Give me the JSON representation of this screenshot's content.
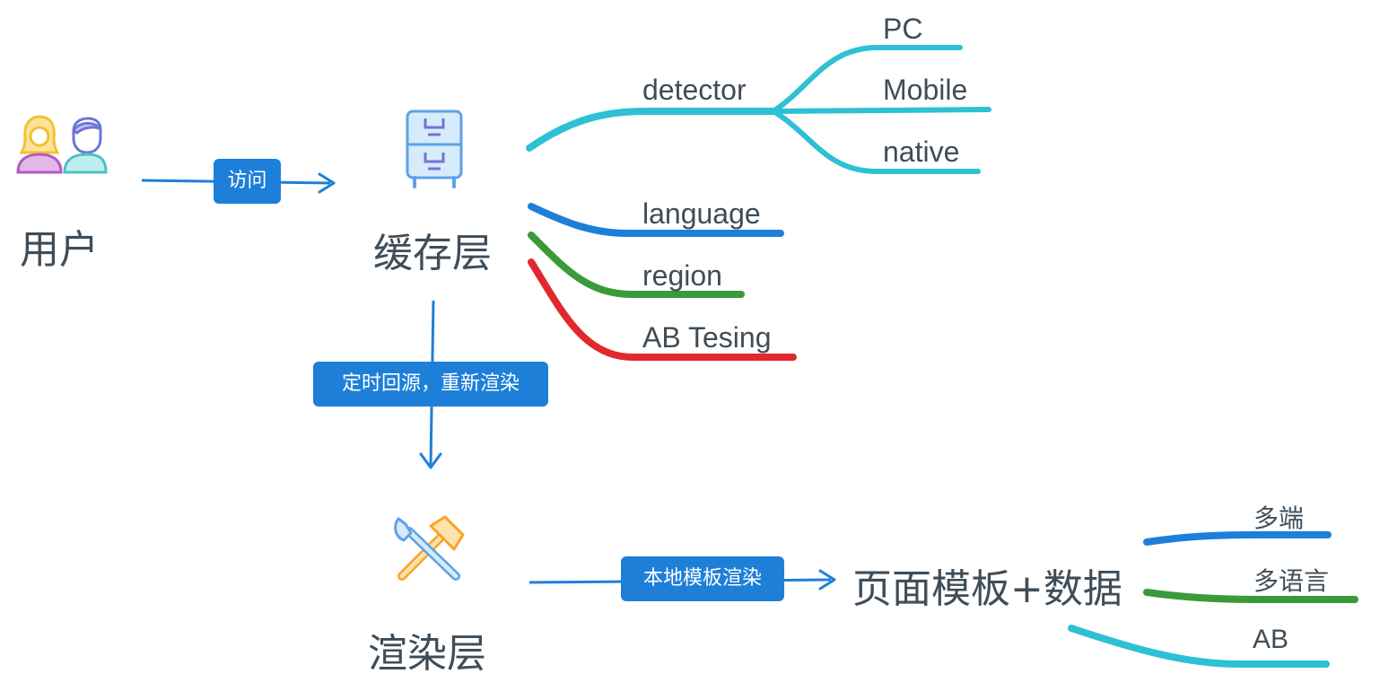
{
  "nodes": {
    "user": "用户",
    "cache": "缓存层",
    "render": "渲染层",
    "template": "页面模板+数据"
  },
  "edges": {
    "visit": "访问",
    "rerender": "定时回源，重新渲染",
    "local_render": "本地模板渲染"
  },
  "cache_branches": {
    "detector": "detector",
    "detector_children": [
      "PC",
      "Mobile",
      "native"
    ],
    "language": "language",
    "region": "region",
    "ab": "AB Tesing"
  },
  "template_branches": [
    "多端",
    "多语言",
    "AB"
  ],
  "icons": {
    "user": "users-icon",
    "cache": "file-cabinet-icon",
    "render": "tools-icon"
  },
  "colors": {
    "edge": "#1e7fd8",
    "badge": "#1e7fd8",
    "cyan": "#2ec0d4",
    "blue": "#1e7fd8",
    "green": "#3a9a3a",
    "red": "#e0282e",
    "text": "#3f4d58"
  }
}
